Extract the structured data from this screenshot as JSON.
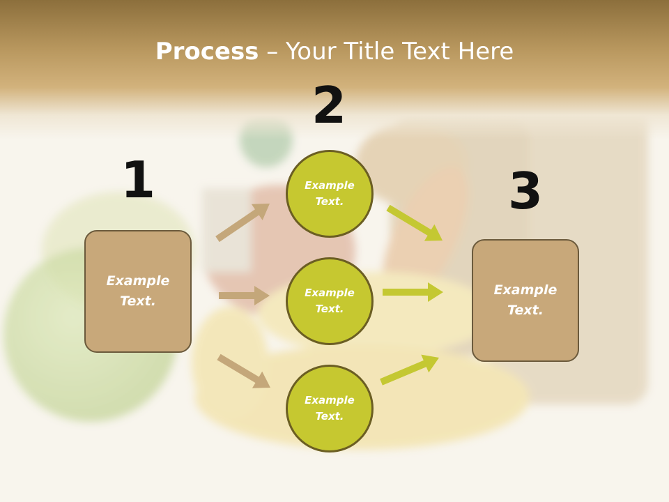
{
  "title": {
    "bold": "Process",
    "rest": " – Your Title Text Here"
  },
  "steps": [
    {
      "number": "1",
      "text": "Example Text."
    },
    {
      "number": "2",
      "text": "Example Text."
    },
    {
      "number": "3",
      "text": "Example Text."
    }
  ],
  "circles": [
    {
      "text": "Example Text."
    },
    {
      "text": "Example Text."
    },
    {
      "text": "Example Text."
    }
  ],
  "colors": {
    "box_fill": "#c8a87a",
    "box_border": "#6b5a3c",
    "circle_fill": "#c6c830",
    "circle_border": "#6b5e23",
    "arrow_tan": "#c4a77a",
    "arrow_green": "#c4c832"
  }
}
